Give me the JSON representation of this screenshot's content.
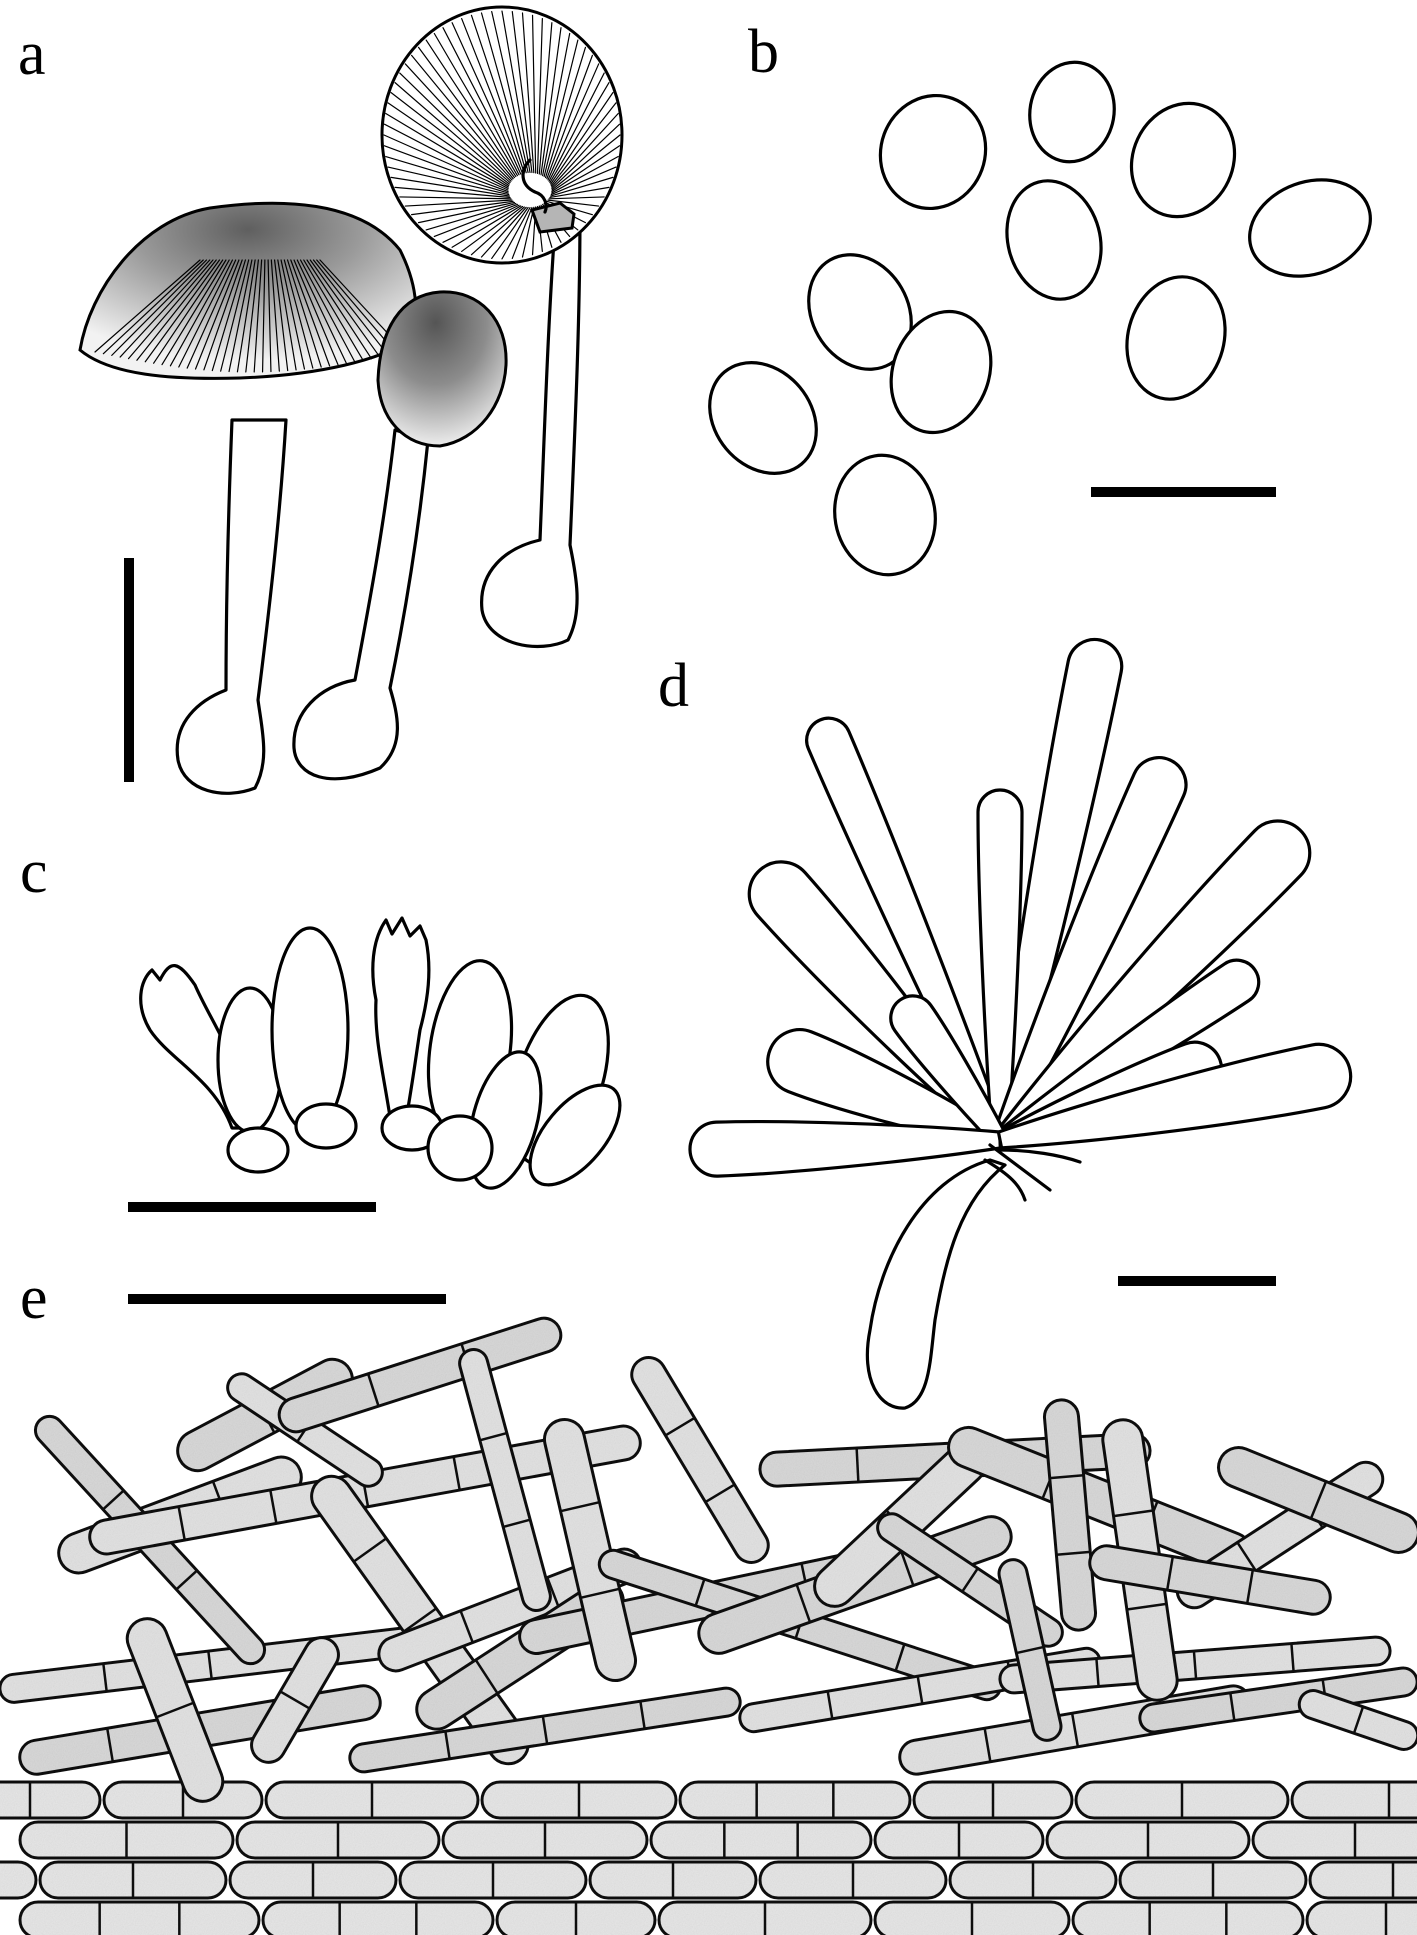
{
  "figure": {
    "panels": [
      {
        "id": "a",
        "label": "a"
      },
      {
        "id": "b",
        "label": "b"
      },
      {
        "id": "c",
        "label": "c"
      },
      {
        "id": "d",
        "label": "d"
      },
      {
        "id": "e",
        "label": "e"
      }
    ],
    "colors": {
      "ink": "#000000",
      "cap_dark": "#6e6e6e",
      "cap_light": "#f2f2f2",
      "cell_fill": "#dcdcdc",
      "cell_fill_light": "#e8e8e8",
      "background": "#ffffff"
    }
  }
}
